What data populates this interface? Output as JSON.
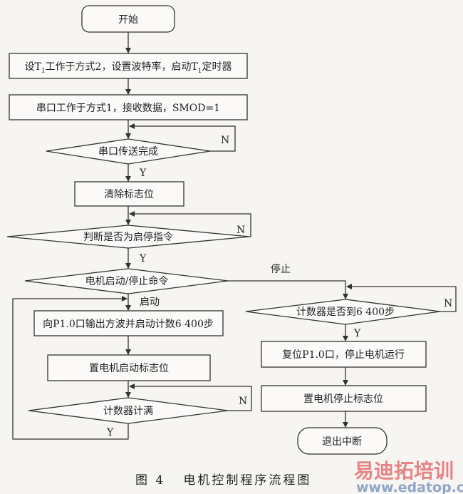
{
  "start": "开始",
  "step_timer": {
    "pre": "设T",
    "sub1": "1",
    "mid": "工作于方式2，设置波特率，启动T",
    "sub2": "1",
    "post": "定时器"
  },
  "step_serial": "串口工作于方式1，接收数据，SMOD=1",
  "decision_serial_done": "串口传送完成",
  "step_clear_flag": "清除标志位",
  "decision_start_stop_cmd": "判断是否为启停指令",
  "decision_motor_cmd": "电机启动/停止命令",
  "label_start": "启动",
  "label_stop": "停止",
  "step_output_wave": "向P1.0口输出方波并启动计数6 400步",
  "step_set_start_flag": "置电机启动标志位",
  "decision_counter_full": "计数器计满",
  "decision_counter_6400": "计数器是否到6 400步",
  "step_reset_p10": "复位P1.0口，停止电机运行",
  "step_set_stop_flag": "置电机停止标志位",
  "end": "退出中断",
  "yes": "Y",
  "no": "N",
  "caption": "图 4   电机控制程序流程图",
  "watermark": {
    "brand": "易迪拓培训",
    "url": "www.edatop.com"
  }
}
